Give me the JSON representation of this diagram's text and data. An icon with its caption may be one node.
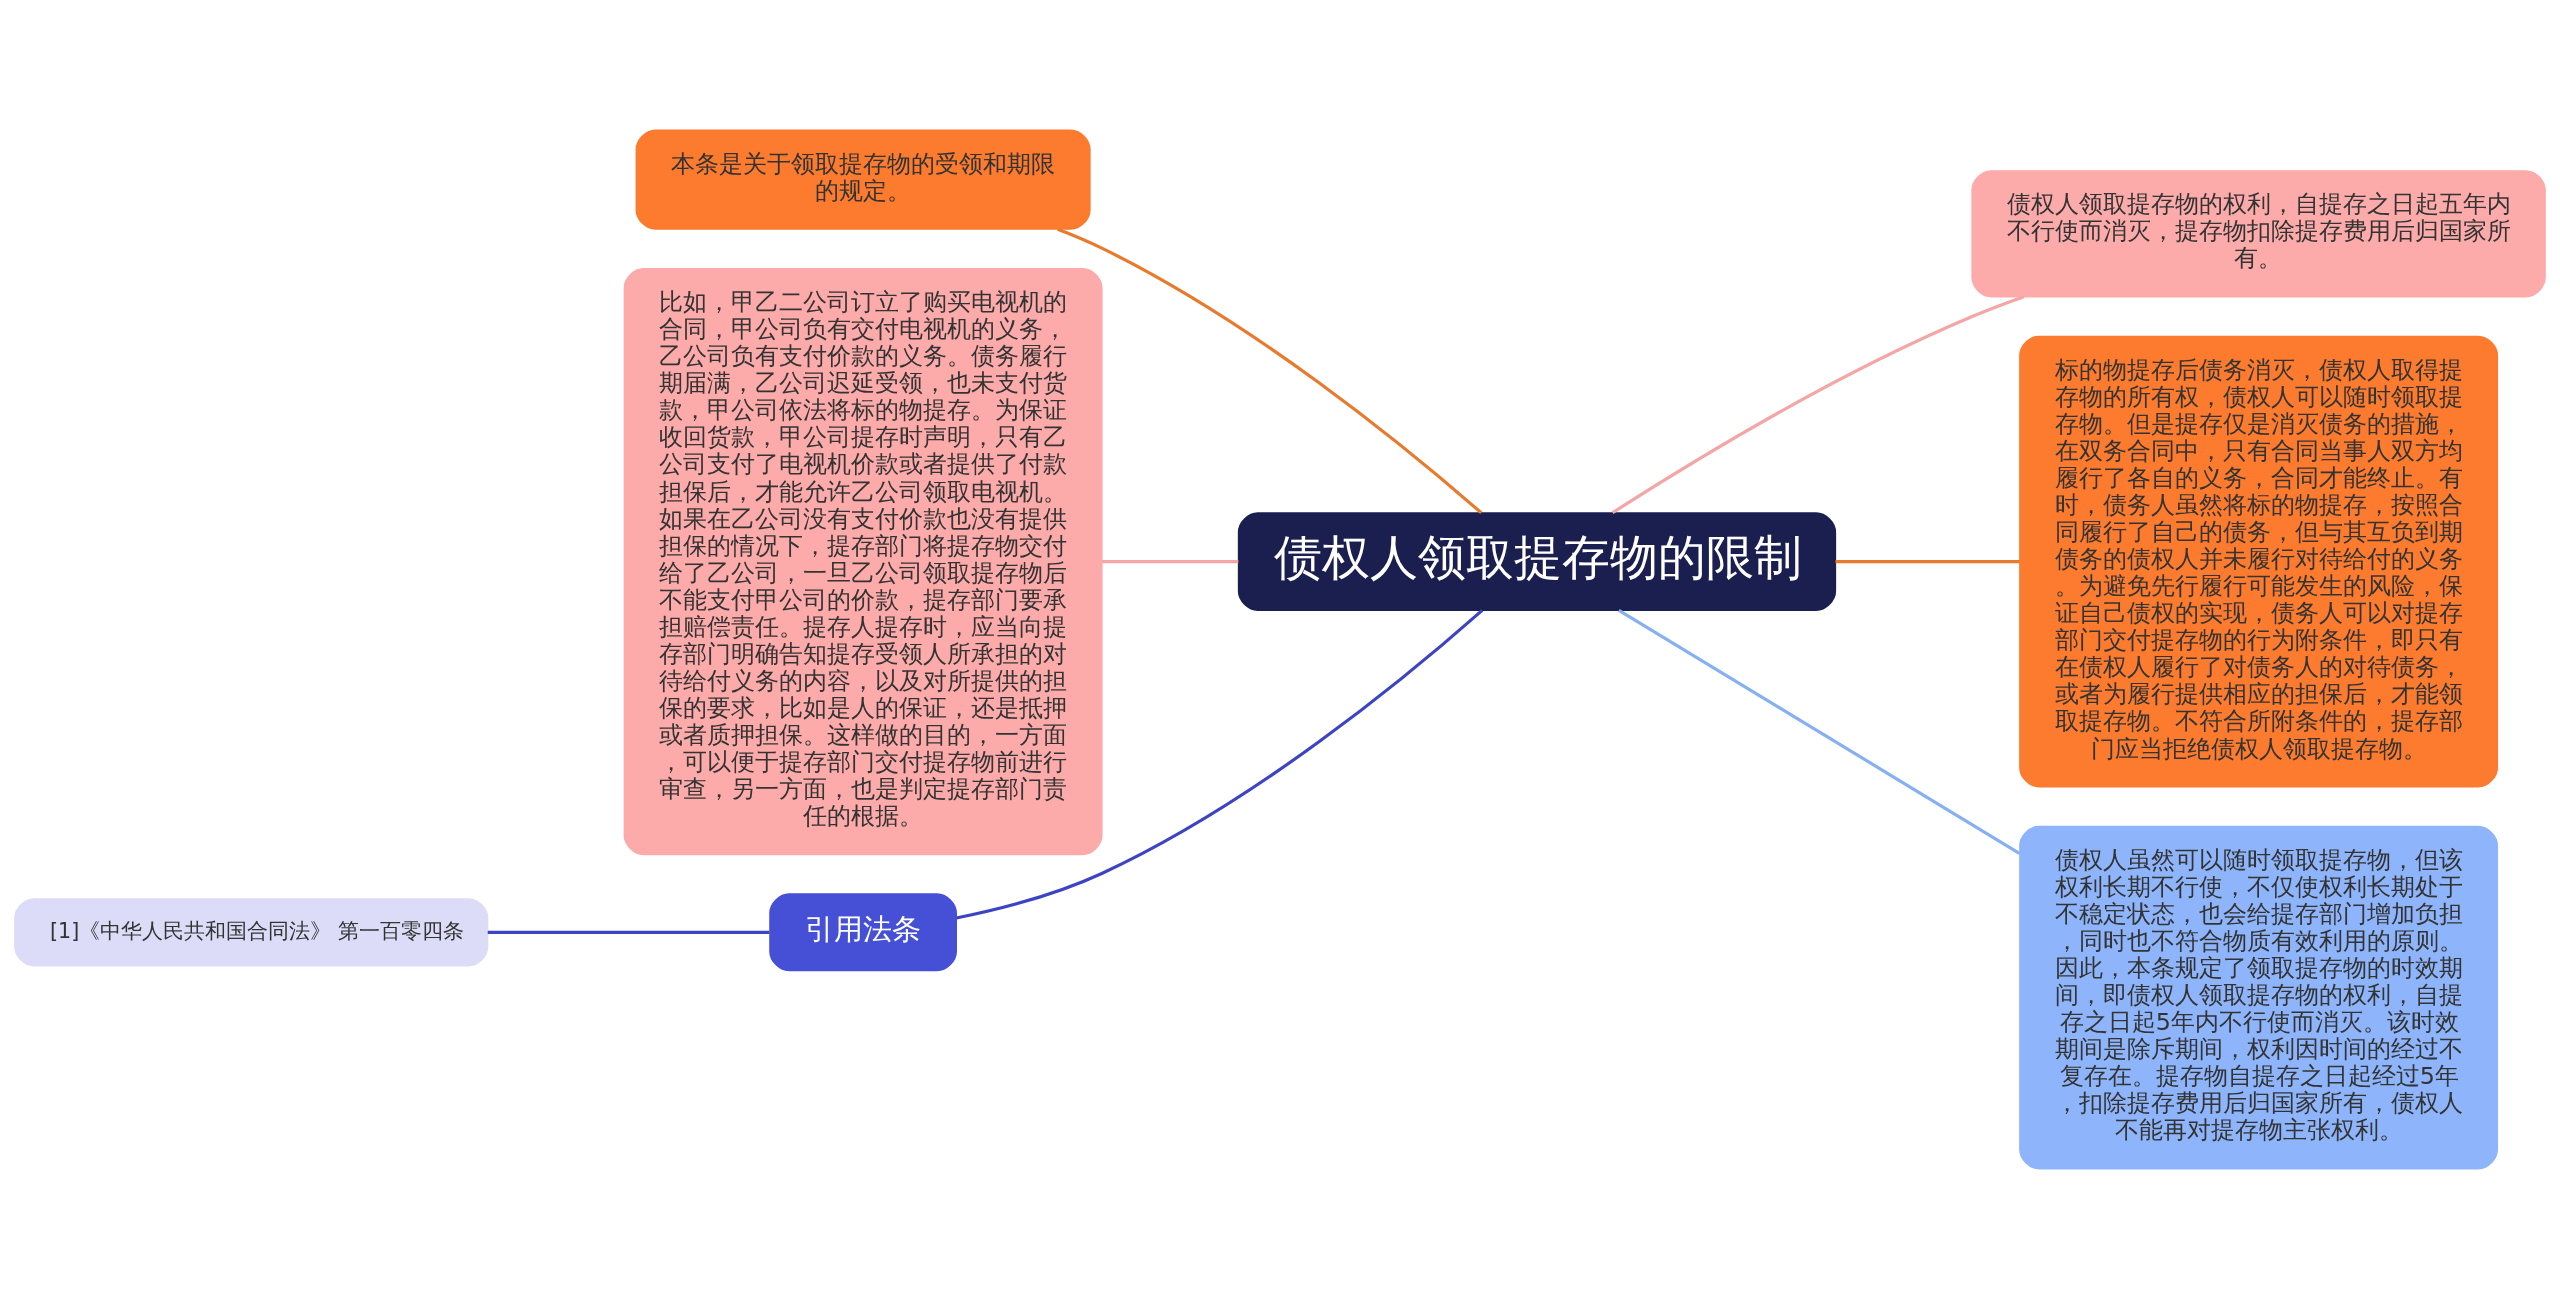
{
  "diagram": {
    "nodes": [
      {
        "text": [
          "债权人领取提存物的限制"
        ]
      },
      {
        "text": [
          "债权人领取提存物的权利，自提存之日起五年内不行使而消灭，提存物扣除提存费用后归国家所有。"
        ]
      },
      {
        "text": [
          "本条是关于领取提存物的受领和期限的规定。"
        ]
      },
      {
        "text": [
          "标的物提存后债务消灭，债权人取得提存物的所有权，债权人可以随时领取提存物。但是提存仅是消灭债务的措施，在双务合同中，只有合同当事人双方均履行了各自的义务，合同才能终止。有时，债务人虽然将标的物提存，按照合同履行了自己的债务，但与其互负到期债务的债权人并未履行对待给付的义务。为避免先行履行可能发生的风险，保证自己债权的实现，债务人可以对提存部门交付提存物的行为附条件，即只有在债权人履行了对债务人的对待债务，或者为履行提供相应的担保后，才能领取提存物。不符合所附条件的，提存部门应当拒绝债权人领取提存物。"
        ]
      },
      {
        "text": [
          "比如，甲乙二公司订立了购买电视机的合同，甲公司负有交付电视机的义务，乙公司负有支付价款的义务。债务履行期届满，乙公司迟延受领，也未支付货款，甲公司依法将标的物提存。为保证收回货款，甲公司提存时声明，只有乙公司支付了电视机价款或者提供了付款担保后，才能允许乙公司领取电视机。如果在乙公司没有支付价款也没有提供担保的情况下，提存部门将提存物交付给了乙公司，一旦乙公司领取提存物后不能支付甲公司的价款，提存部门要承担赔偿责任。提存人提存时，应当向提存部门明确告知提存受领人所承担的对待给付义务的内容，以及对所提供的担保的要求，比如是人的保证，还是抵押或者质押担保。这样做的目的，一方面，可以便于提存部门交付提存物前进行审查，另一方面，也是判定提存部门责任的根据。"
        ]
      },
      {
        "text": [
          "债权人虽然可以随时领取提存物，但该权利长期不行使，不仅使权利长期处于不稳定状态，也会给提存部门增加负担，同时也不符合物质有效利用的原则。因此，本条规定了领取提存物的时效期间，即债权人领取提存物的权利，自提存之日起5年内不行使而消灭。该时效期间是除斥期间，权利因时间的经过不复存在。提存物自提存之日起经过5年，扣除提存费用后归国家所有，债权人不能再对提存物主张权利。"
        ]
      },
      {
        "text": [
          "[1]《中华人民共和国合同法》 第一百零四条"
        ]
      },
      {
        "text": [
          "引用法条"
        ]
      }
    ],
    "edges": [
      {
        "from": 0,
        "to": 1,
        "arrow": "none",
        "color": "#f4a6a6"
      },
      {
        "from": 2,
        "to": 0,
        "arrow": "none",
        "color": "#e87a2e"
      },
      {
        "from": 0,
        "to": 3,
        "arrow": "none",
        "color": "#e87a2e"
      },
      {
        "from": 4,
        "to": 0,
        "arrow": "none",
        "color": "#f4a6a6"
      },
      {
        "from": 0,
        "to": 5,
        "arrow": "none",
        "color": "#86b0f2"
      },
      {
        "from": 6,
        "to": 7,
        "arrow": "none",
        "color": "#3c44c4"
      },
      {
        "from": 7,
        "to": 0,
        "arrow": "none",
        "color": "#3c44c4"
      }
    ]
  }
}
